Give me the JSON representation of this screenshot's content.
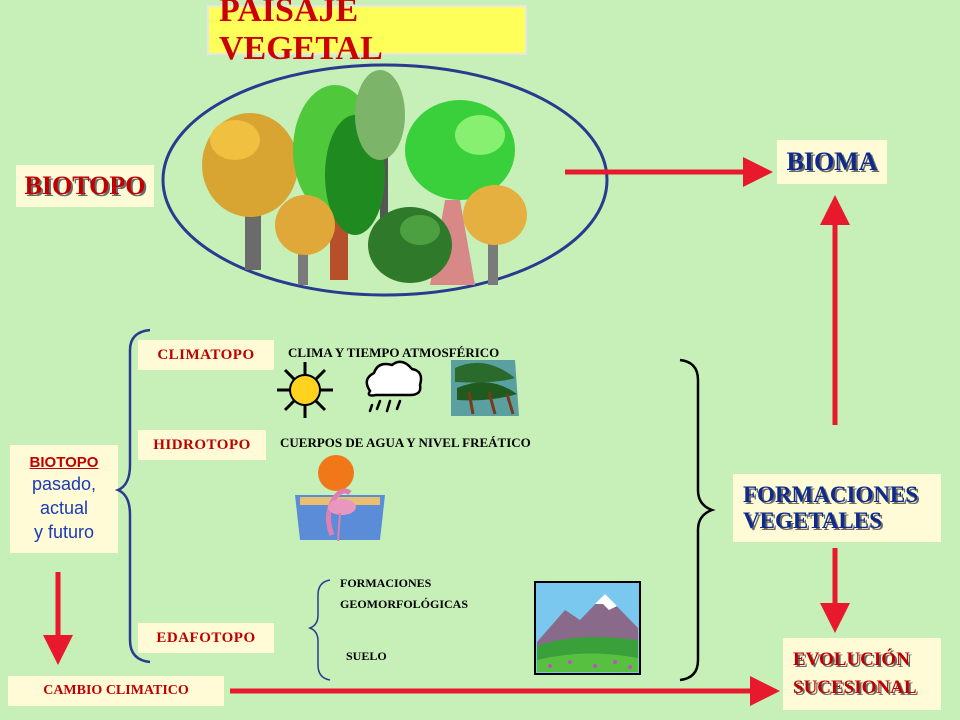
{
  "title": "PAISAJE VEGETAL",
  "nodes": {
    "biotopo": "BIOTOPO",
    "bioma": "BIOMA",
    "climatopo": "CLIMATOPO",
    "hidrotopo": "HIDROTOPO",
    "edafotopo": "EDAFOTOPO",
    "biotopo_label": "BIOTOPO",
    "pasado": "pasado,",
    "actual": "actual",
    "futuro": "y futuro",
    "cambio_climatico": "CAMBIO CLIMATICO",
    "formaciones_1": "FORMACIONES",
    "formaciones_2": "VEGETALES",
    "evolucion_1": "EVOLUCIÓN",
    "evolucion_2": "SUCESIONAL"
  },
  "descriptions": {
    "clima": "CLIMA Y TIEMPO ATMOSFÉRICO",
    "agua": "CUERPOS DE AGUA Y NIVEL FREÁTICO",
    "geo_1": "FORMACIONES",
    "geo_2": "GEOMORFOLÓGICAS",
    "suelo": "SUELO"
  },
  "icons": [
    "forest-illustration",
    "sun-icon",
    "rain-cloud-icon",
    "windy-trees-icon",
    "flamingo-lake-icon",
    "mountain-landscape-icon"
  ],
  "colors": {
    "background": "#c6f0b8",
    "title_bg": "#ffff5a",
    "label_bg": "#fffbd6",
    "red": "#e8192c",
    "navy": "#0e2a8a",
    "ellipse": "#2b3a8f"
  }
}
